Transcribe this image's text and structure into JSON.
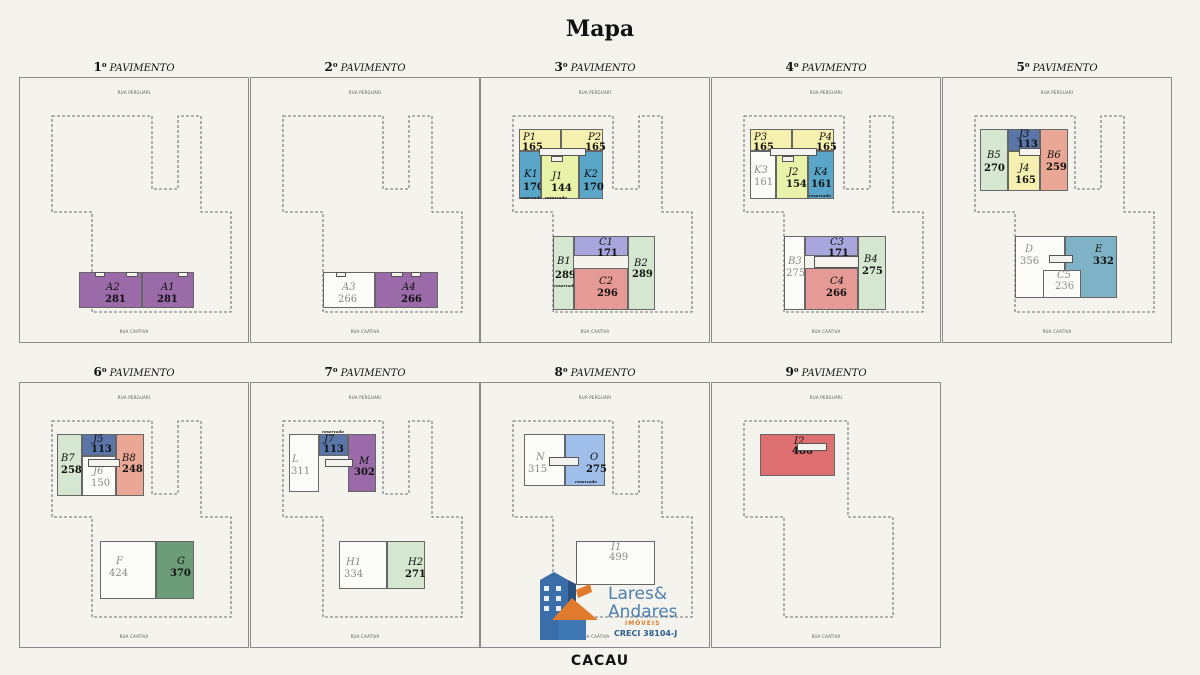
{
  "title": "Mapa",
  "pavimento_label": "PAVIMENTO",
  "floor_sup": "o",
  "street_top": "RUA PERGUARI",
  "street_bottom": "RUA CAATIVA",
  "reserved_text": "reservado",
  "colors": {
    "purple": "#9b6aa8",
    "yellow": "#f6f0b0",
    "blue": "#5aa6c9",
    "green": "#d5e6d1",
    "lavender": "#a9a6dd",
    "pink": "#e69a95",
    "navy": "#5a75a8",
    "salmon": "#eaa795",
    "ltblue": "#9fbfea",
    "red": "#dd6f70",
    "dkgreen": "#6d9c79",
    "lime": "#e9f2a9",
    "teal": "#7fb2c7",
    "white": "#fbfbf8"
  },
  "floors": [
    {
      "floor": "1",
      "units": [
        {
          "name": "A2",
          "value": "281",
          "color": "purple"
        },
        {
          "name": "A1",
          "value": "281",
          "color": "purple"
        }
      ]
    },
    {
      "floor": "2",
      "units": [
        {
          "name": "A3",
          "value": "266",
          "color": "white",
          "muted": true
        },
        {
          "name": "A4",
          "value": "266",
          "color": "purple"
        }
      ]
    },
    {
      "floor": "3",
      "units": [
        {
          "name": "P1",
          "value": "165",
          "color": "yellow"
        },
        {
          "name": "P2",
          "value": "165",
          "color": "yellow"
        },
        {
          "name": "K1",
          "value": "170",
          "color": "blue",
          "reserved": true
        },
        {
          "name": "J1",
          "value": "144",
          "color": "lime",
          "reserved": true
        },
        {
          "name": "K2",
          "value": "170",
          "color": "blue"
        },
        {
          "name": "C1",
          "value": "171",
          "color": "lavender"
        },
        {
          "name": "B1",
          "value": "289",
          "color": "green",
          "reserved": true
        },
        {
          "name": "C2",
          "value": "296",
          "color": "pink"
        },
        {
          "name": "B2",
          "value": "289",
          "color": "green"
        }
      ]
    },
    {
      "floor": "4",
      "units": [
        {
          "name": "P3",
          "value": "165",
          "color": "yellow"
        },
        {
          "name": "P4",
          "value": "165",
          "color": "yellow"
        },
        {
          "name": "K3",
          "value": "161",
          "color": "white",
          "muted": true
        },
        {
          "name": "J2",
          "value": "154",
          "color": "lime"
        },
        {
          "name": "K4",
          "value": "161",
          "color": "blue",
          "reserved": true
        },
        {
          "name": "C3",
          "value": "171",
          "color": "lavender"
        },
        {
          "name": "B3",
          "value": "275",
          "color": "white",
          "muted": true
        },
        {
          "name": "C4",
          "value": "266",
          "color": "pink"
        },
        {
          "name": "B4",
          "value": "275",
          "color": "green"
        }
      ]
    },
    {
      "floor": "5",
      "units": [
        {
          "name": "J3",
          "value": "113",
          "color": "navy"
        },
        {
          "name": "B5",
          "value": "270",
          "color": "green"
        },
        {
          "name": "J4",
          "value": "165",
          "color": "yellow"
        },
        {
          "name": "B6",
          "value": "259",
          "color": "salmon"
        },
        {
          "name": "D",
          "value": "356",
          "color": "white",
          "muted": true
        },
        {
          "name": "E",
          "value": "332",
          "color": "teal"
        },
        {
          "name": "C5",
          "value": "236",
          "color": "white",
          "muted": true
        }
      ]
    },
    {
      "floor": "6",
      "units": [
        {
          "name": "J5",
          "value": "113",
          "color": "navy"
        },
        {
          "name": "B7",
          "value": "258",
          "color": "green"
        },
        {
          "name": "J6",
          "value": "150",
          "color": "white",
          "muted": true
        },
        {
          "name": "B8",
          "value": "248",
          "color": "salmon"
        },
        {
          "name": "F",
          "value": "424",
          "color": "white",
          "muted": true
        },
        {
          "name": "G",
          "value": "370",
          "color": "dkgreen"
        }
      ]
    },
    {
      "floor": "7",
      "units": [
        {
          "name": "J7",
          "value": "113",
          "color": "navy",
          "reserved_top": true
        },
        {
          "name": "L",
          "value": "311",
          "color": "white",
          "muted": true
        },
        {
          "name": "M",
          "value": "302",
          "color": "purple"
        },
        {
          "name": "H1",
          "value": "334",
          "color": "white",
          "muted": true
        },
        {
          "name": "H2",
          "value": "271",
          "color": "green"
        }
      ]
    },
    {
      "floor": "8",
      "units": [
        {
          "name": "N",
          "value": "315",
          "color": "white",
          "muted": true
        },
        {
          "name": "O",
          "value": "275",
          "color": "ltblue",
          "reserved": true
        },
        {
          "name": "I1",
          "value": "499",
          "color": "white",
          "muted": true
        }
      ]
    },
    {
      "floor": "9",
      "units": [
        {
          "name": "I2",
          "value": "486",
          "color": "red"
        }
      ]
    }
  ],
  "brand": {
    "name_line1": "Lares&",
    "name_line2": "Andares",
    "sub": "IMÓVEIS",
    "creci": "CRECI 38104-J"
  },
  "footer": "CACAU"
}
